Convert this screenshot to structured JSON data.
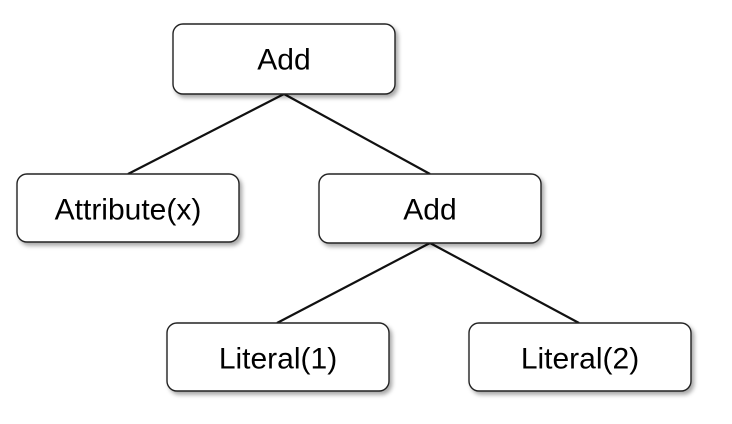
{
  "diagram": {
    "type": "tree",
    "nodes": [
      {
        "id": "root",
        "label": "Add"
      },
      {
        "id": "attr",
        "label": "Attribute(x)"
      },
      {
        "id": "add2",
        "label": "Add"
      },
      {
        "id": "lit1",
        "label": "Literal(1)"
      },
      {
        "id": "lit2",
        "label": "Literal(2)"
      }
    ],
    "edges": [
      {
        "from": "root",
        "to": "attr"
      },
      {
        "from": "root",
        "to": "add2"
      },
      {
        "from": "add2",
        "to": "lit1"
      },
      {
        "from": "add2",
        "to": "lit2"
      }
    ]
  }
}
